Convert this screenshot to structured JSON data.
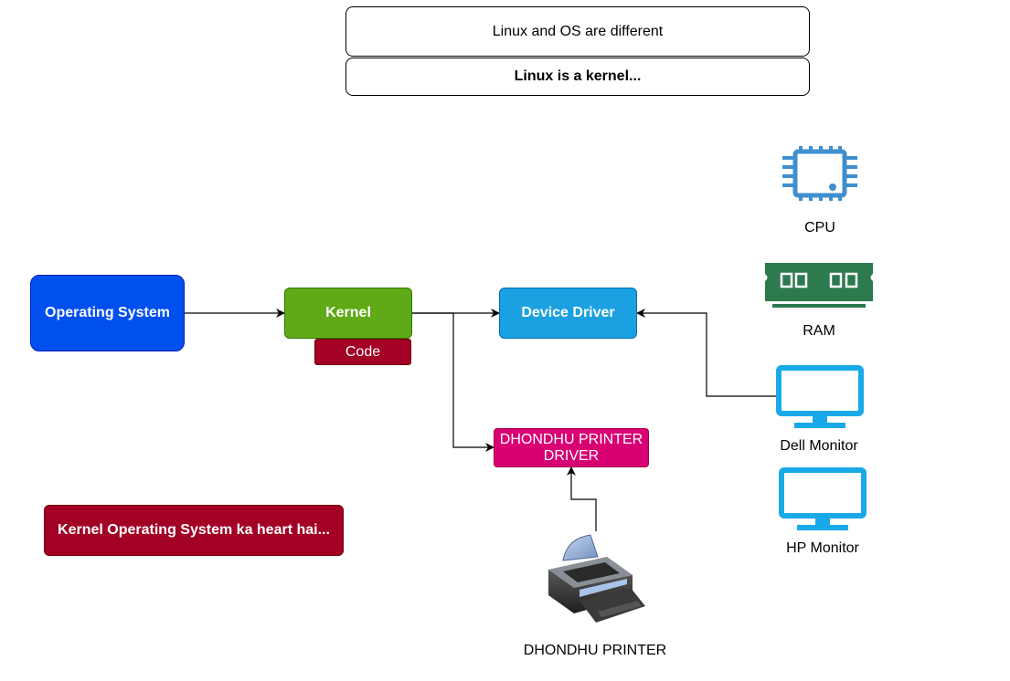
{
  "notes": {
    "top": "Linux and OS are different",
    "second": "Linux is a kernel..."
  },
  "nodes": {
    "operating_system": "Operating System",
    "kernel": "Kernel",
    "code": "Code",
    "device_driver": "Device Driver",
    "printer_driver": "DHONDHU PRINTER DRIVER",
    "heart_note": "Kernel Operating System ka heart hai..."
  },
  "devices": {
    "cpu": "CPU",
    "ram": "RAM",
    "dell_monitor": "Dell Monitor",
    "hp_monitor": "HP Monitor",
    "printer": "DHONDHU PRINTER"
  },
  "colors": {
    "operating_system": "#0050ef",
    "kernel": "#60a917",
    "code": "#a20025",
    "device_driver": "#1ba1e2",
    "printer_driver": "#d80073",
    "heart_note": "#a20025",
    "cpu_icon": "#3f8fcf",
    "ram_icon": "#2d7a4f",
    "monitor_icon": "#1aa9e8"
  },
  "icons": {
    "cpu": "cpu-chip-icon",
    "ram": "ram-module-icon",
    "dell_monitor": "monitor-icon",
    "hp_monitor": "monitor-icon",
    "printer": "printer-icon"
  }
}
